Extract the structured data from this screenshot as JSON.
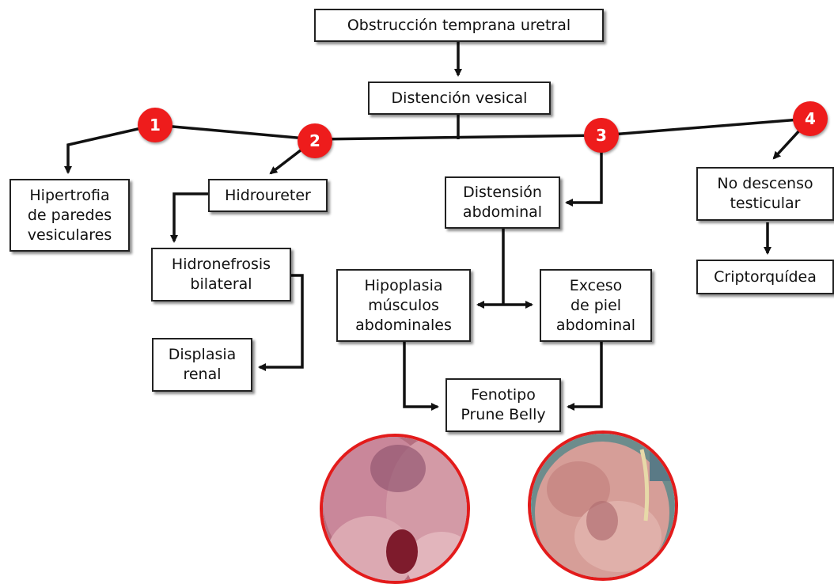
{
  "nodes": {
    "root": "Obstrucción temprana uretral",
    "distension_vesical": "Distención vesical",
    "hipertrofia": "Hipertrofia\nde paredes\nvesiculares",
    "hidroureter": "Hidroureter",
    "hidronefrosis": "Hidronefrosis\nbilateral",
    "displasia": "Displasia\nrenal",
    "distension_abdominal": "Distensión\nabdominal",
    "hipoplasia": "Hipoplasia\nmúsculos\nabdominales",
    "exceso_piel": "Exceso\nde piel\nabdominal",
    "fenotipo": "Fenotipo\nPrune Belly",
    "no_descenso": "No  descenso\ntesticular",
    "criptorquidea": "Criptorquídea"
  },
  "badges": [
    "1",
    "2",
    "3",
    "4"
  ],
  "colors": {
    "badge": "#ee1c1c",
    "photo_border": "#e31b1b",
    "line": "#111111"
  }
}
